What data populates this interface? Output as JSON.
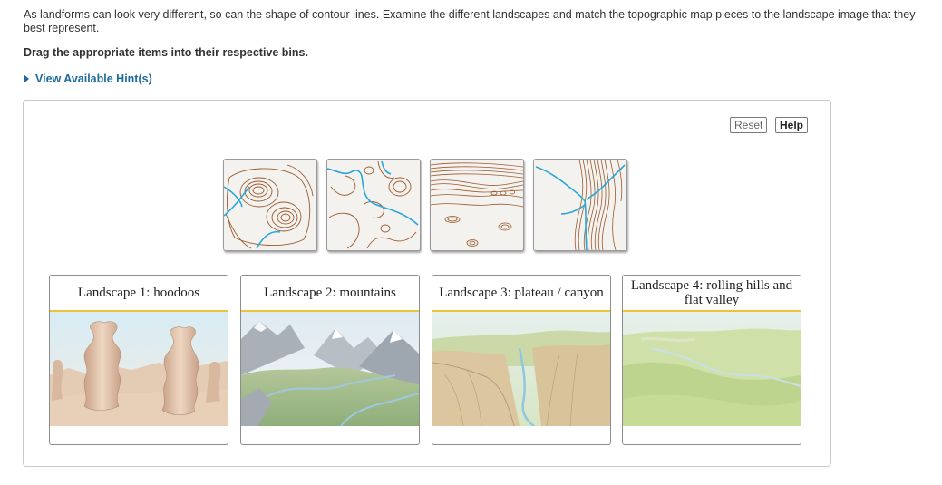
{
  "intro_text": "As landforms can look very different, so can the shape of contour lines. Examine the different landscapes and match the topographic map pieces to the landscape image that they best represent.",
  "instruction": "Drag the appropriate items into their respective bins.",
  "hint_link": "View Available Hint(s)",
  "buttons": {
    "reset": "Reset",
    "help": "Help"
  },
  "tiles": [
    {
      "icon": "contour-map-hoodoos-icon"
    },
    {
      "icon": "contour-map-rolling-hills-icon"
    },
    {
      "icon": "contour-map-plateau-icon"
    },
    {
      "icon": "contour-map-canyon-icon"
    }
  ],
  "bins": [
    {
      "label": "Landscape 1: hoodoos"
    },
    {
      "label": "Landscape 2: mountains"
    },
    {
      "label": "Landscape 3: plateau / canyon"
    },
    {
      "label": "Landscape 4: rolling hills and flat valley"
    }
  ],
  "colors": {
    "link": "#1c6b9e",
    "contour": "#9a5a2e",
    "river": "#2aa7d8",
    "divider": "#f0c23a"
  }
}
